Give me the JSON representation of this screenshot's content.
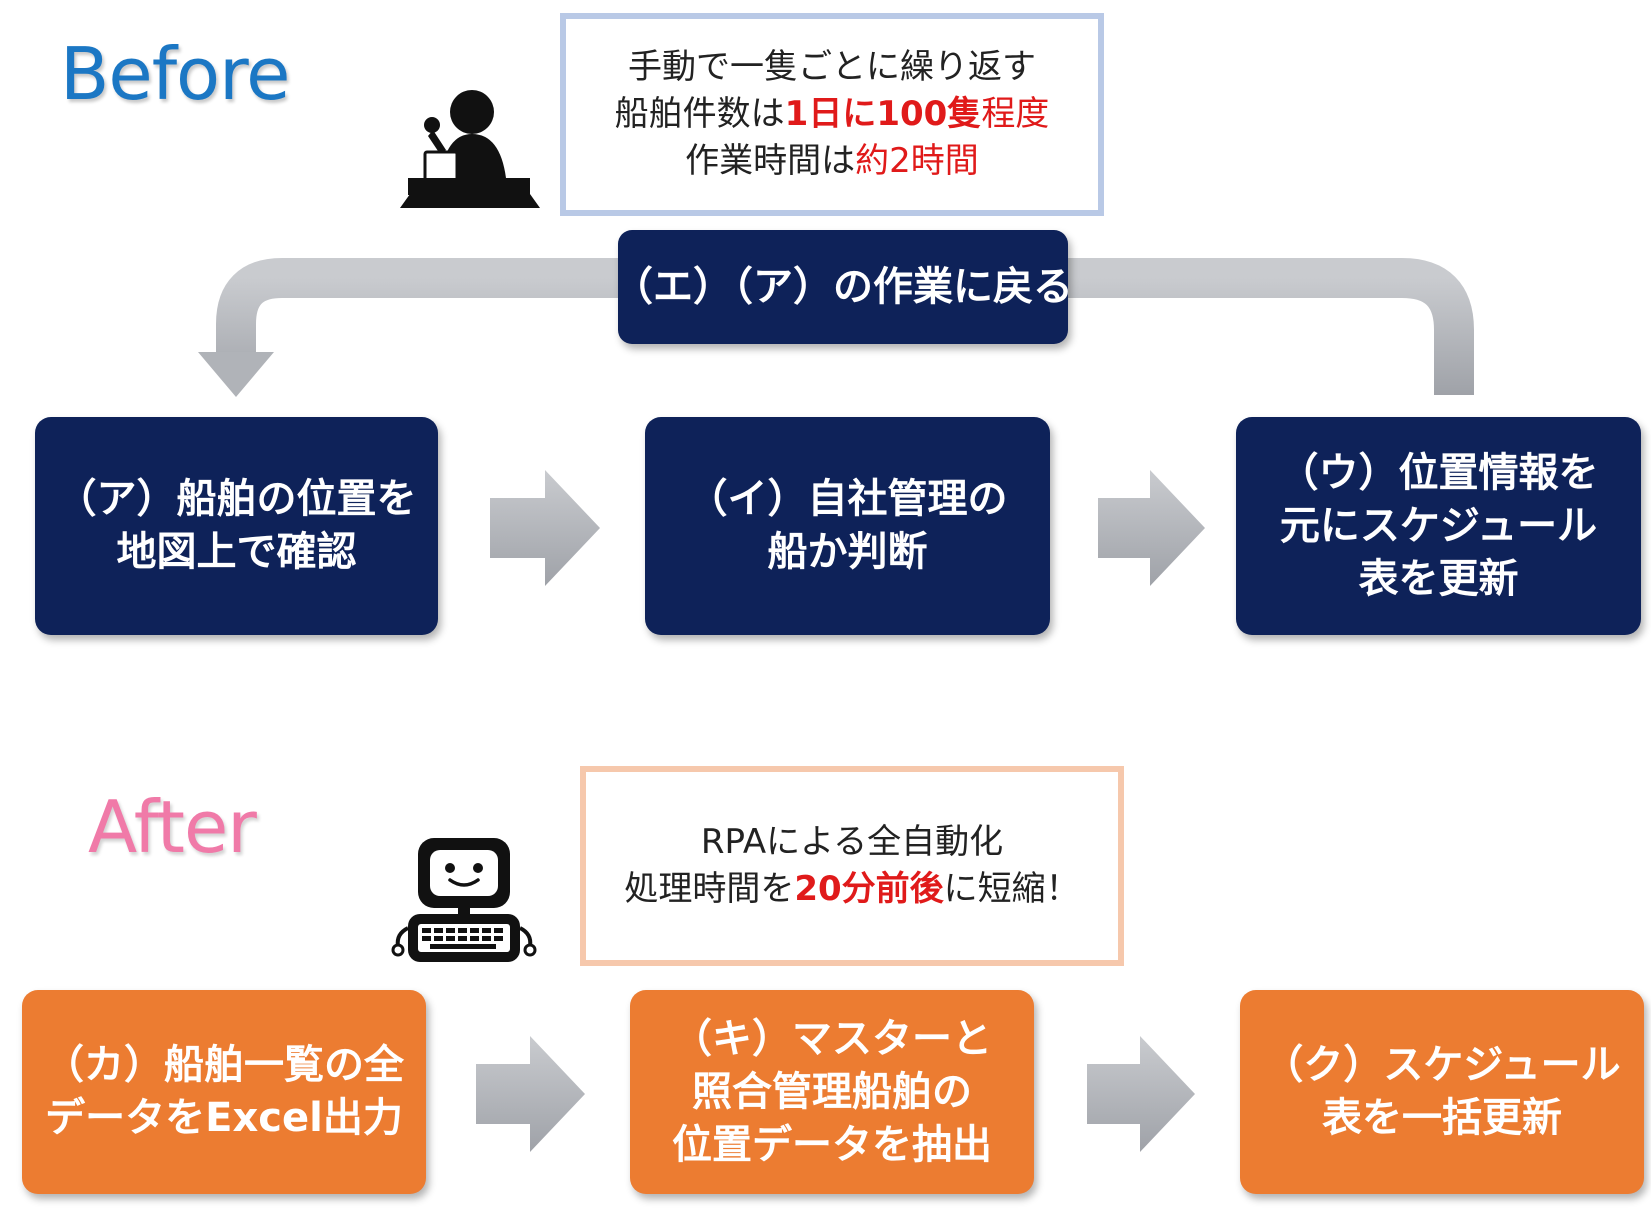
{
  "before": {
    "title": "Before",
    "note": {
      "line1": "手動で一隻ごとに繰り返す",
      "line2_pre": "船舶件数は",
      "line2_hl": "1日に100隻",
      "line2_post": "程度",
      "line3_pre": "作業時間は",
      "line3_hl": "約2時間"
    },
    "loop_label": "（エ）（ア）の作業に戻る",
    "steps": [
      {
        "lines": [
          "（ア）船舶の位置を",
          "地図上で確認"
        ]
      },
      {
        "lines": [
          "（イ）自社管理の",
          "船か判断"
        ]
      },
      {
        "lines": [
          "（ウ）位置情報を",
          "元にスケジュール",
          "表を更新"
        ]
      }
    ]
  },
  "after": {
    "title": "After",
    "note": {
      "line1": "RPAによる全自動化",
      "line2_pre": "処理時間を",
      "line2_hl": "20分前後",
      "line2_post": "に短縮！"
    },
    "steps": [
      {
        "lines": [
          "（カ）船舶一覧の全",
          "データをExcel出力"
        ]
      },
      {
        "lines": [
          "（キ）マスターと",
          "照合管理船舶の",
          "位置データを抽出"
        ]
      },
      {
        "lines": [
          "（ク）スケジュール",
          "表を一括更新"
        ]
      }
    ]
  },
  "colors": {
    "navy": "#0e2259",
    "orange": "#ec7c31",
    "before_heading": "#1b77c4",
    "after_heading": "#f07aa8",
    "highlight": "#e01a1a",
    "arrow_gray": "#b4b6bb"
  },
  "icons": {
    "before": "person-at-laptop-icon",
    "after": "robot-icon"
  }
}
